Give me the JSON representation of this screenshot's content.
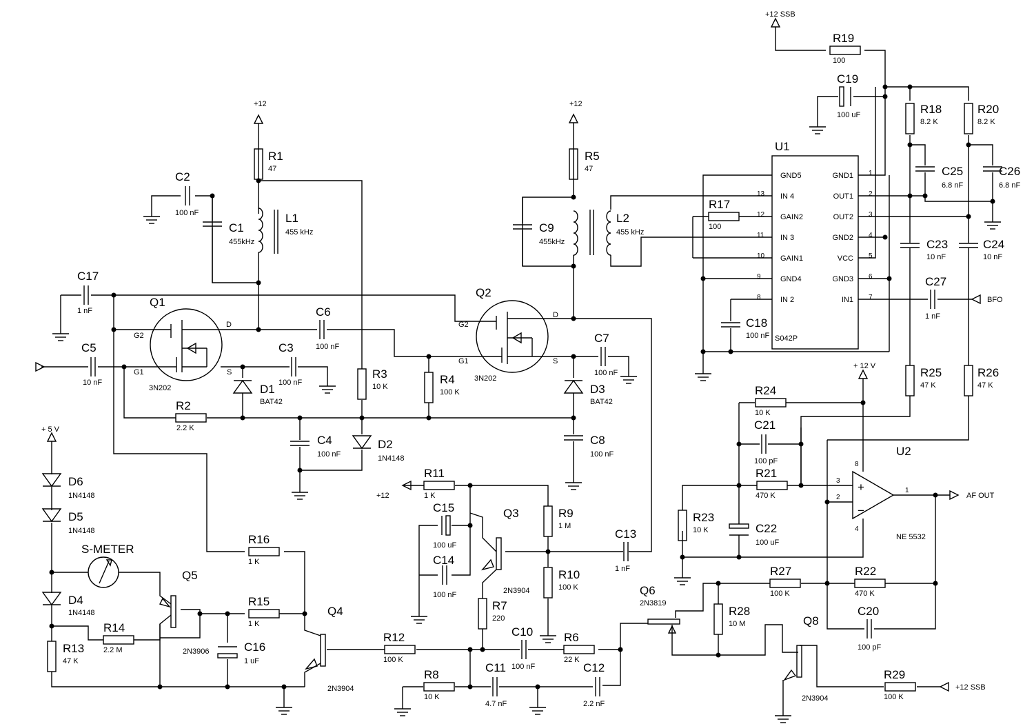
{
  "nets": {
    "plus12": "+12",
    "plus12_ssb": "+12 SSB",
    "plus12_v": "+ 12 V",
    "plus5_v": "+ 5 V",
    "bfo": "BFO",
    "af_out": "AF OUT",
    "s_meter": "S-METER"
  },
  "components": {
    "r1": {
      "ref": "R1",
      "value": "47"
    },
    "r2": {
      "ref": "R2",
      "value": "2.2 K"
    },
    "r3": {
      "ref": "R3",
      "value": "10 K"
    },
    "r4": {
      "ref": "R4",
      "value": "100 K"
    },
    "r5": {
      "ref": "R5",
      "value": "47"
    },
    "r6": {
      "ref": "R6",
      "value": "22 K"
    },
    "r7": {
      "ref": "R7",
      "value": "220"
    },
    "r8": {
      "ref": "R8",
      "value": "10 K"
    },
    "r9": {
      "ref": "R9",
      "value": "1 M"
    },
    "r10": {
      "ref": "R10",
      "value": "100 K"
    },
    "r11": {
      "ref": "R11",
      "value": "1 K"
    },
    "r12": {
      "ref": "R12",
      "value": "100 K"
    },
    "r13": {
      "ref": "R13",
      "value": "47 K"
    },
    "r14": {
      "ref": "R14",
      "value": "2.2 M"
    },
    "r15": {
      "ref": "R15",
      "value": "1 K"
    },
    "r16": {
      "ref": "R16",
      "value": "1 K"
    },
    "r17": {
      "ref": "R17",
      "value": "100"
    },
    "r18": {
      "ref": "R18",
      "value": "8.2 K"
    },
    "r19": {
      "ref": "R19",
      "value": "100"
    },
    "r20": {
      "ref": "R20",
      "value": "8.2 K"
    },
    "r21": {
      "ref": "R21",
      "value": "470 K"
    },
    "r22": {
      "ref": "R22",
      "value": "470 K"
    },
    "r23": {
      "ref": "R23",
      "value": "10 K"
    },
    "r24": {
      "ref": "R24",
      "value": "10 K"
    },
    "r25": {
      "ref": "R25",
      "value": "47 K"
    },
    "r26": {
      "ref": "R26",
      "value": "47 K"
    },
    "r27": {
      "ref": "R27",
      "value": "100 K"
    },
    "r28": {
      "ref": "R28",
      "value": "10 M"
    },
    "r29": {
      "ref": "R29",
      "value": "100 K"
    },
    "c1": {
      "ref": "C1",
      "value": "455kHz"
    },
    "c2": {
      "ref": "C2",
      "value": "100 nF"
    },
    "c3": {
      "ref": "C3",
      "value": "100 nF"
    },
    "c4": {
      "ref": "C4",
      "value": "100 nF"
    },
    "c5": {
      "ref": "C5",
      "value": "10 nF"
    },
    "c6": {
      "ref": "C6",
      "value": "100 nF"
    },
    "c7": {
      "ref": "C7",
      "value": "100 nF"
    },
    "c8": {
      "ref": "C8",
      "value": "100 nF"
    },
    "c9": {
      "ref": "C9",
      "value": "455kHz"
    },
    "c10": {
      "ref": "C10",
      "value": "100 nF"
    },
    "c11": {
      "ref": "C11",
      "value": "4.7 nF"
    },
    "c12": {
      "ref": "C12",
      "value": "2.2 nF"
    },
    "c13": {
      "ref": "C13",
      "value": "1 nF"
    },
    "c14": {
      "ref": "C14",
      "value": "100 nF"
    },
    "c15": {
      "ref": "C15",
      "value": "100 uF"
    },
    "c16": {
      "ref": "C16",
      "value": "1 uF"
    },
    "c17": {
      "ref": "C17",
      "value": "1 nF"
    },
    "c18": {
      "ref": "C18",
      "value": "100 nF"
    },
    "c19": {
      "ref": "C19",
      "value": "100 uF"
    },
    "c20": {
      "ref": "C20",
      "value": "100 pF"
    },
    "c21": {
      "ref": "C21",
      "value": "100 pF"
    },
    "c22": {
      "ref": "C22",
      "value": "100 uF"
    },
    "c23": {
      "ref": "C23",
      "value": "10 nF"
    },
    "c24": {
      "ref": "C24",
      "value": "10 nF"
    },
    "c25": {
      "ref": "C25",
      "value": "6.8 nF"
    },
    "c26": {
      "ref": "C26",
      "value": "6.8 nF"
    },
    "c27": {
      "ref": "C27",
      "value": "1 nF"
    },
    "l1": {
      "ref": "L1",
      "value": "455 kHz"
    },
    "l2": {
      "ref": "L2",
      "value": "455 kHz"
    },
    "d1": {
      "ref": "D1",
      "value": "BAT42"
    },
    "d2": {
      "ref": "D2",
      "value": "1N4148"
    },
    "d3": {
      "ref": "D3",
      "value": "BAT42"
    },
    "d4": {
      "ref": "D4",
      "value": "1N4148"
    },
    "d5": {
      "ref": "D5",
      "value": "1N4148"
    },
    "d6": {
      "ref": "D6",
      "value": "1N4148"
    },
    "q1": {
      "ref": "Q1",
      "value": "3N202"
    },
    "q2": {
      "ref": "Q2",
      "value": "3N202"
    },
    "q3": {
      "ref": "Q3",
      "value": "2N3904"
    },
    "q4": {
      "ref": "Q4",
      "value": "2N3904"
    },
    "q5": {
      "ref": "Q5",
      "value": "2N3906"
    },
    "q6": {
      "ref": "Q6",
      "value": "2N3819"
    },
    "q8": {
      "ref": "Q8",
      "value": "2N3904"
    },
    "u1": {
      "ref": "U1",
      "value": "S042P"
    },
    "u2": {
      "ref": "U2",
      "value": "NE 5532"
    }
  },
  "u1_pins": {
    "left": [
      {
        "num": "",
        "label": "GND5"
      },
      {
        "num": "13",
        "label": "IN 4"
      },
      {
        "num": "12",
        "label": "GAIN2"
      },
      {
        "num": "11",
        "label": "IN 3"
      },
      {
        "num": "10",
        "label": "GAIN1"
      },
      {
        "num": "9",
        "label": "GND4"
      },
      {
        "num": "8",
        "label": "IN 2"
      }
    ],
    "right": [
      {
        "num": "1",
        "label": "GND1"
      },
      {
        "num": "2",
        "label": "OUT1"
      },
      {
        "num": "3",
        "label": "OUT2"
      },
      {
        "num": "4",
        "label": "GND2"
      },
      {
        "num": "5",
        "label": "VCC"
      },
      {
        "num": "6",
        "label": "GND3"
      },
      {
        "num": "7",
        "label": "IN1"
      }
    ]
  },
  "u2_pins": {
    "p1": "1",
    "p2": "2",
    "p3": "3",
    "p4": "4",
    "p8": "8",
    "plus": "+",
    "minus": "−"
  },
  "fet_pins": {
    "g1": "G1",
    "g2": "G2",
    "d": "D",
    "s": "S"
  }
}
